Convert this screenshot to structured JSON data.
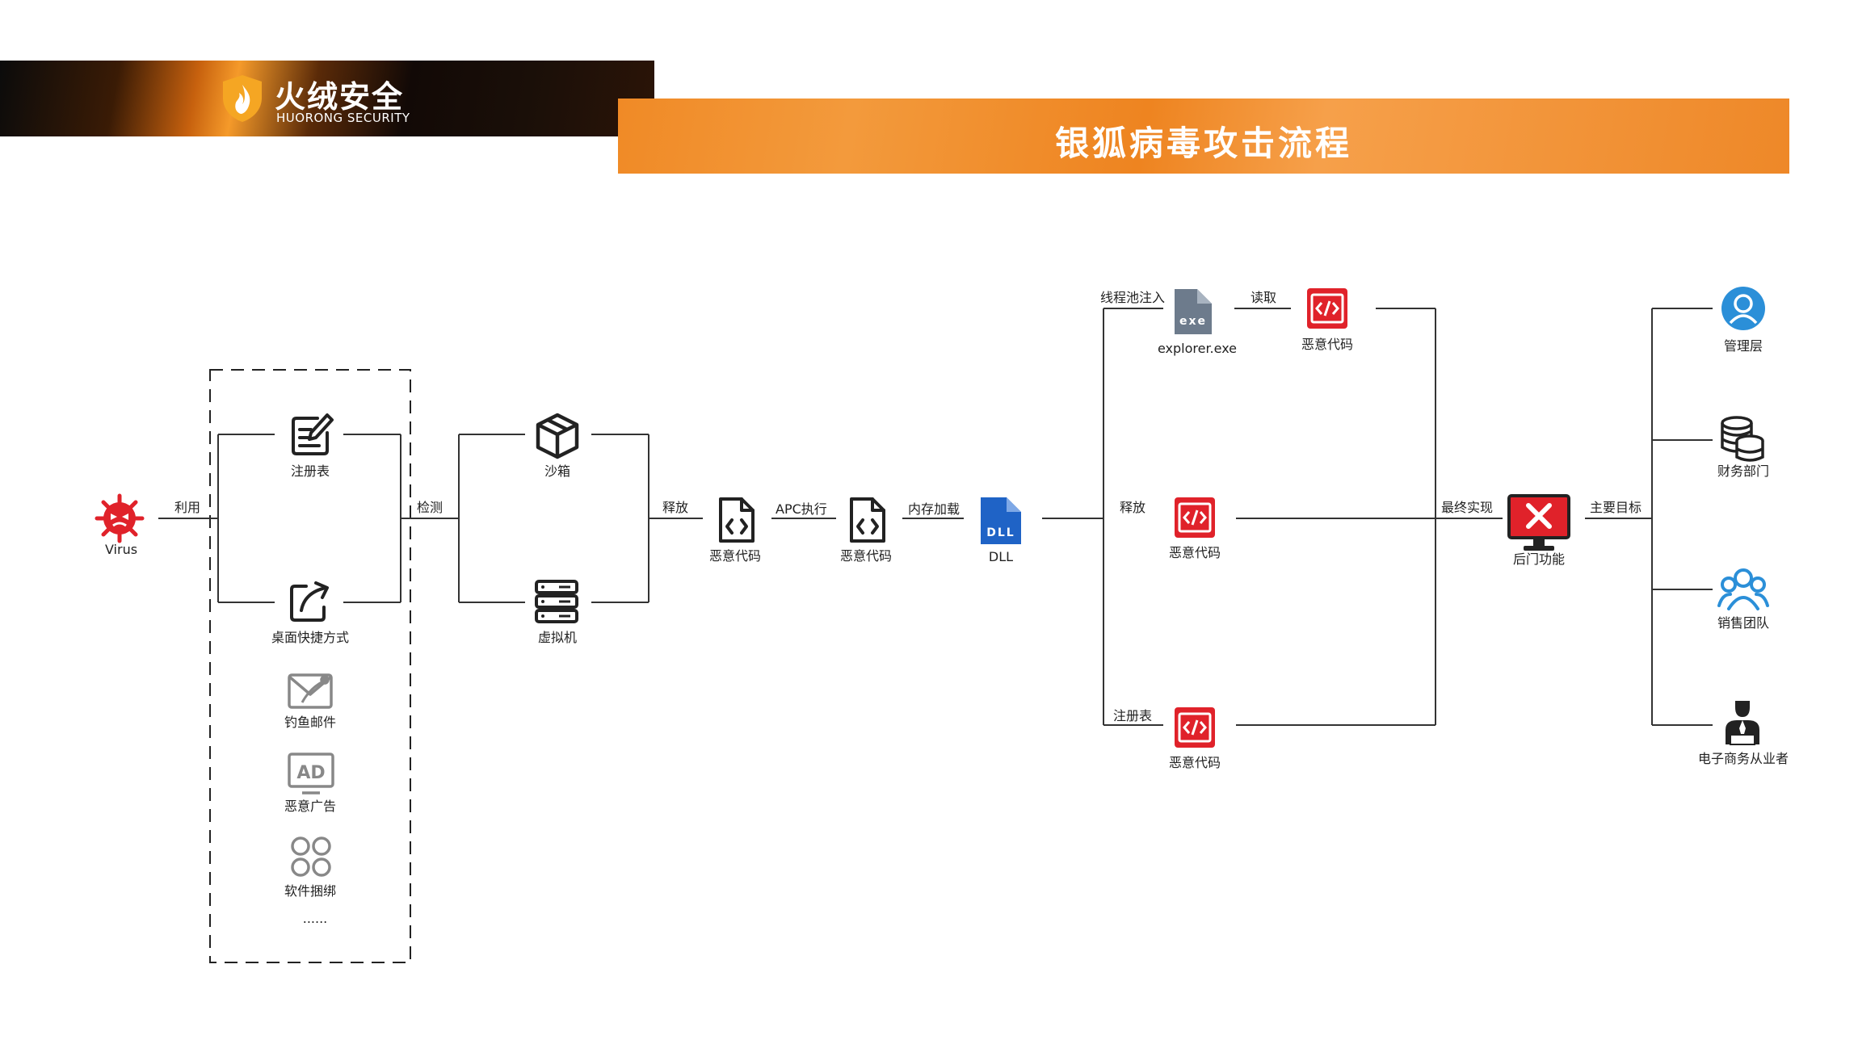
{
  "brand": {
    "name": "火绒安全",
    "subtitle": "HUORONG SECURITY"
  },
  "title": "银狐病毒攻击流程",
  "nodes": {
    "virus": "Virus",
    "registry_entry": "注册表",
    "desktop_shortcut": "桌面快捷方式",
    "phishing": "钓鱼邮件",
    "malicious_ad": "恶意广告",
    "bundling": "软件捆绑",
    "ellipsis": "......",
    "sandbox": "沙箱",
    "vm": "虚拟机",
    "malcode1": "恶意代码",
    "malcode2": "恶意代码",
    "dll": "DLL",
    "dll_badge": "DLL",
    "explorer": "explorer.exe",
    "exe_badge": "exe",
    "malcode_top": "恶意代码",
    "malcode_mid": "恶意代码",
    "malcode_bot": "恶意代码",
    "backdoor": "后门功能",
    "management": "管理层",
    "finance": "财务部门",
    "sales": "销售团队",
    "ecommerce": "电子商务从业者"
  },
  "edges": {
    "exploit": "利用",
    "detect": "检测",
    "release1": "释放",
    "apc": "APC执行",
    "memload": "内存加载",
    "threadpool": "线程池注入",
    "read": "读取",
    "release2": "释放",
    "registry2": "注册表",
    "final": "最终实现",
    "target": "主要目标"
  },
  "colors": {
    "accent": "#f08a26",
    "malicious": "#e0222a",
    "dll": "#1f63c6",
    "user": "#2b8fd8",
    "line": "#333333"
  }
}
